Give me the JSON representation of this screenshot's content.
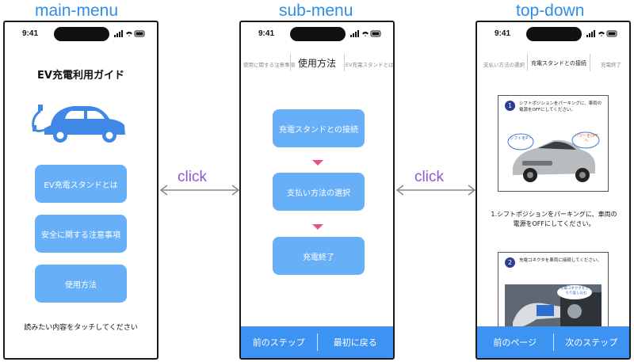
{
  "screens": {
    "main_menu": {
      "title": "main-menu",
      "time": "9:41",
      "app_title": "EV充電利用ガイド",
      "buttons": [
        "EV充電スタンドとは",
        "安全に関する注意事項",
        "使用方法"
      ],
      "footer_text": "読みたい内容をタッチしてください"
    },
    "sub_menu": {
      "title": "sub-menu",
      "time": "9:41",
      "tabs": [
        "使用に関する注意事項",
        "使用方法",
        "EV充電スタンドとは"
      ],
      "steps": [
        "充電スタンドとの接続",
        "支払い方法の選択",
        "充電終了"
      ],
      "bottom_left": "前のステップ",
      "bottom_right": "最初に戻る"
    },
    "top_down": {
      "title": "top-down",
      "time": "9:41",
      "tabs": [
        "支払い方法の選択",
        "充電スタンドとの接続",
        "充電終了"
      ],
      "card1_num": "1",
      "card1_text": "シフトポジションをパーキングに、車両の電源をOFFにしてください。",
      "bubble_left": "シフトをP へ",
      "bubble_right": "パワーをOFFへ",
      "instruction": "1.シフトポジションをパーキングに、車両の電源をOFFにしてください。",
      "card2_num": "2",
      "card2_text": "充電コネクタを車両に接続してください。",
      "card2_bubble": "充電コネクタをきっちり差し込む",
      "bottom_left": "前のページ",
      "bottom_right": "次のステップ"
    }
  },
  "arrows": {
    "left_label": "click",
    "right_label": "click"
  },
  "colors": {
    "accent": "#67b0f7",
    "bar": "#3d93f2",
    "title": "#2f8ee6",
    "pointer": "#ee4d93",
    "click": "#8c5bd1"
  }
}
